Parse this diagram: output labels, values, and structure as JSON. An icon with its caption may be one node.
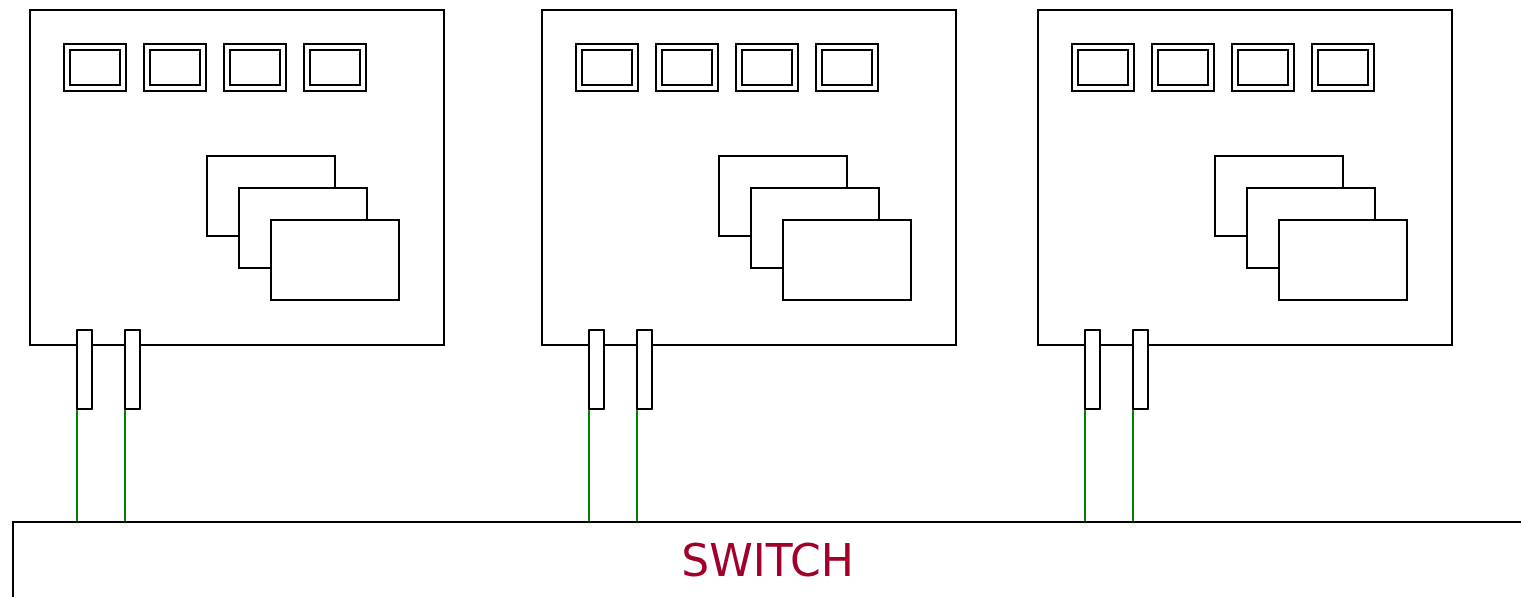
{
  "diagram": {
    "nodes": [
      {
        "text": [],
        "shape": "box"
      },
      {
        "text": [],
        "shape": "box",
        "in": 0
      },
      {
        "text": [],
        "shape": "box",
        "in": 0
      },
      {
        "text": [],
        "shape": "box",
        "in": 0
      },
      {
        "text": [],
        "shape": "box",
        "in": 0
      },
      {
        "text": [],
        "shape": "box",
        "in": 0
      },
      {
        "text": [],
        "shape": "box",
        "in": 0
      },
      {
        "text": [],
        "shape": "box",
        "in": 0
      },
      {
        "text": [],
        "shape": "bar"
      },
      {
        "text": [],
        "shape": "bar"
      },
      {
        "text": [],
        "shape": "box"
      },
      {
        "text": [],
        "shape": "box",
        "in": 10
      },
      {
        "text": [],
        "shape": "box",
        "in": 10
      },
      {
        "text": [],
        "shape": "box",
        "in": 10
      },
      {
        "text": [],
        "shape": "box",
        "in": 10
      },
      {
        "text": [],
        "shape": "box",
        "in": 10
      },
      {
        "text": [],
        "shape": "box",
        "in": 10
      },
      {
        "text": [],
        "shape": "box",
        "in": 10
      },
      {
        "text": [],
        "shape": "bar"
      },
      {
        "text": [],
        "shape": "bar"
      },
      {
        "text": [],
        "shape": "box"
      },
      {
        "text": [],
        "shape": "box",
        "in": 20
      },
      {
        "text": [],
        "shape": "box",
        "in": 20
      },
      {
        "text": [],
        "shape": "box",
        "in": 20
      },
      {
        "text": [],
        "shape": "box",
        "in": 20
      },
      {
        "text": [],
        "shape": "box",
        "in": 20
      },
      {
        "text": [],
        "shape": "box",
        "in": 20
      },
      {
        "text": [],
        "shape": "box",
        "in": 20
      },
      {
        "text": [],
        "shape": "bar"
      },
      {
        "text": [],
        "shape": "bar"
      },
      {
        "text": [
          "SWITCH"
        ]
      }
    ],
    "edges": [
      {
        "from": 8,
        "to": 30,
        "arrow": "none"
      },
      {
        "from": 9,
        "to": 30,
        "arrow": "none"
      },
      {
        "from": 18,
        "to": 30,
        "arrow": "none"
      },
      {
        "from": 19,
        "to": 30,
        "arrow": "none"
      },
      {
        "from": 28,
        "to": 30,
        "arrow": "none"
      },
      {
        "from": 29,
        "to": 30,
        "arrow": "none"
      }
    ]
  }
}
